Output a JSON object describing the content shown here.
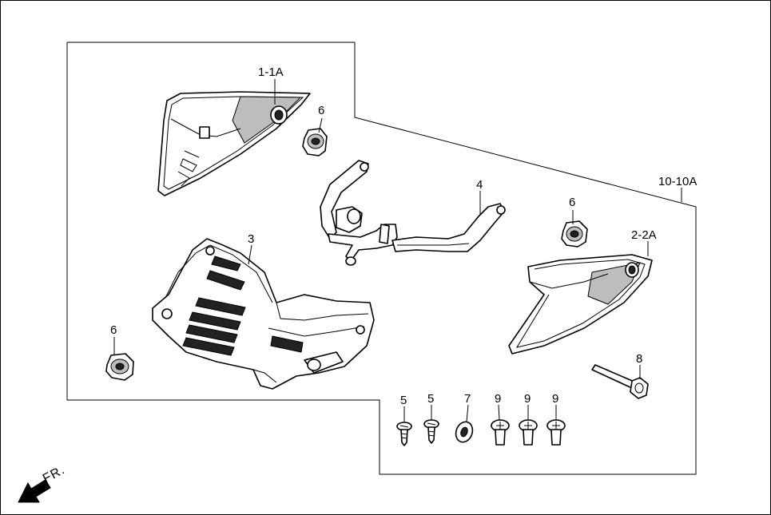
{
  "labels": {
    "set": "10-10A",
    "left_cover": "1-1A",
    "right_cover": "2-2A",
    "under_cover": "3",
    "bracket": "4",
    "screw_a": "5",
    "screw_b": "5",
    "grommet_top": "6",
    "grommet_right": "6",
    "grommet_left": "6",
    "washer": "7",
    "bolt": "8",
    "screw_c": "9",
    "screw_d": "9",
    "screw_e": "9"
  },
  "direction": {
    "label": "FR."
  },
  "icons": {
    "front_arrow": "arrow-down-left-icon"
  },
  "colors": {
    "line": "#000000",
    "background": "#ffffff",
    "fill_dark": "#222222",
    "fill_grey": "#bdbdbd"
  }
}
